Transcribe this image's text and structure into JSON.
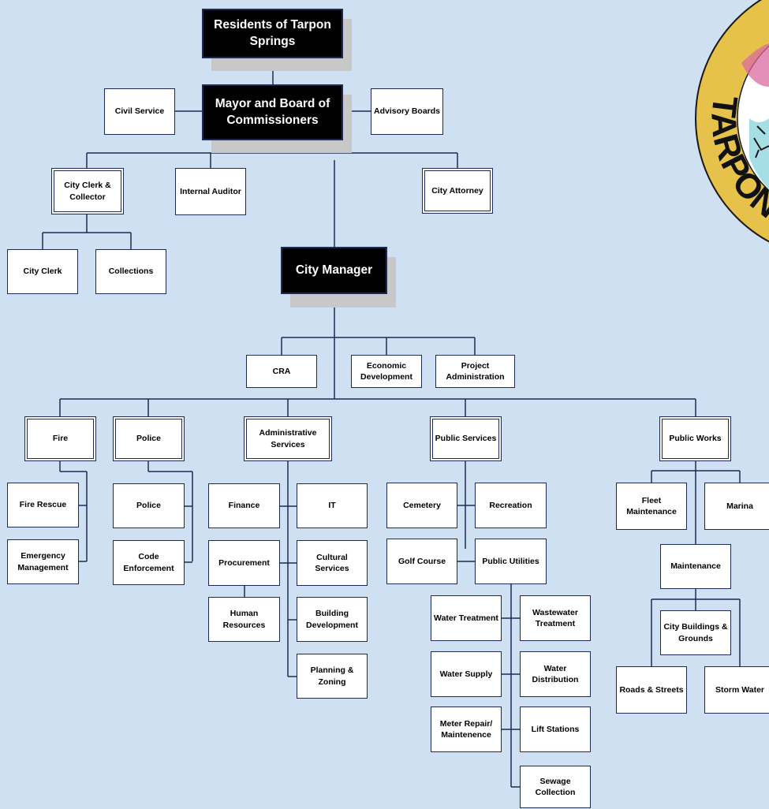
{
  "seal": {
    "text": "TARPON"
  },
  "nodes": {
    "residents": "Residents of Tarpon Springs",
    "mayor": "Mayor and Board of Commissioners",
    "civil_service": "Civil Service",
    "advisory_boards": "Advisory Boards",
    "city_clerk_collector": "City Clerk & Collector",
    "internal_auditor": "Internal Auditor",
    "city_attorney": "City Attorney",
    "city_clerk": "City Clerk",
    "collections": "Collections",
    "city_manager": "City Manager",
    "cra": "CRA",
    "economic_development": "Economic Development",
    "project_administration": "Project Administration",
    "fire": "Fire",
    "police_dept": "Police",
    "administrative_services": "Administrative Services",
    "public_services": "Public Services",
    "public_works": "Public Works",
    "fire_rescue": "Fire Rescue",
    "emergency_management": "Emergency Management",
    "police": "Police",
    "code_enforcement": "Code Enforcement",
    "finance": "Finance",
    "it": "IT",
    "procurement": "Procurement",
    "cultural_services": "Cultural Services",
    "human_resources": "Human Resources",
    "building_development": "Building Development",
    "planning_zoning": "Planning & Zoning",
    "cemetery": "Cemetery",
    "recreation": "Recreation",
    "golf_course": "Golf Course",
    "public_utilities": "Public Utilities",
    "water_treatment": "Water Treatment",
    "wastewater_treatment": "Wastewater Treatment",
    "water_supply": "Water Supply",
    "water_distribution": "Water Distribution",
    "meter_repair": "Meter Repair/ Maintenence",
    "lift_stations": "Lift Stations",
    "sewage_collection": "Sewage Collection",
    "fleet_maintenance": "Fleet Maintenance",
    "marina": "Marina",
    "maintenance": "Maintenance",
    "city_buildings_grounds": "City Buildings & Grounds",
    "roads_streets": "Roads & Streets",
    "storm_water": "Storm Water"
  },
  "colors": {
    "background": "#cfe0f2",
    "line": "#1c2a55",
    "exec_box": "#000000",
    "shadow": "#c8c8c8",
    "seal_gold": "#e6c24a"
  }
}
